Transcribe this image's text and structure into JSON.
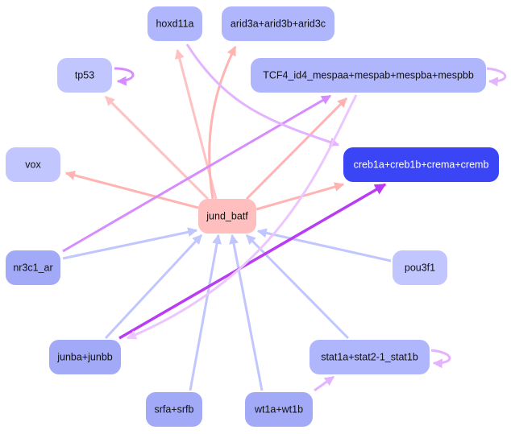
{
  "graph": {
    "title": "",
    "colors": {
      "node_light": "#c2c6ff",
      "node_mid": "#b0b6fb",
      "node_deep": "#a2a9f7",
      "node_highlight": "#3a45f5",
      "node_center": "#ffbfbf",
      "edge_in": "#c2c6ff",
      "edge_out": "#ffb3b3",
      "edge_violet": "#d68cff",
      "edge_lavender": "#e3b3ff",
      "edge_purple": "#b93cf5"
    },
    "nodes": [
      {
        "id": "hoxd11a",
        "label": "hoxd11a",
        "color": "#b0b6fb"
      },
      {
        "id": "arid3",
        "label": "arid3a+arid3b+arid3c",
        "color": "#b0b6fb"
      },
      {
        "id": "tp53",
        "label": "tp53",
        "color": "#c2c6ff"
      },
      {
        "id": "tcf4",
        "label": "TCF4_id4_mespaa+mespab+mespba+mespbb",
        "color": "#b0b6fb"
      },
      {
        "id": "vox",
        "label": "vox",
        "color": "#c2c6ff"
      },
      {
        "id": "creb",
        "label": "creb1a+creb1b+crema+cremb",
        "color": "#3a45f5",
        "text_color": "#ffffff"
      },
      {
        "id": "jund",
        "label": "jund_batf",
        "color": "#ffbfbf"
      },
      {
        "id": "nr3c1",
        "label": "nr3c1_ar",
        "color": "#a2a9f7"
      },
      {
        "id": "pou3f1",
        "label": "pou3f1",
        "color": "#c2c6ff"
      },
      {
        "id": "junba",
        "label": "junba+junbb",
        "color": "#a2a9f7"
      },
      {
        "id": "stat1",
        "label": "stat1a+stat2-1_stat1b",
        "color": "#b0b6fb"
      },
      {
        "id": "srfa",
        "label": "srfa+srfb",
        "color": "#a2a9f7"
      },
      {
        "id": "wt1",
        "label": "wt1a+wt1b",
        "color": "#a2a9f7"
      }
    ],
    "edges": [
      {
        "from": "jund",
        "to": "hoxd11a",
        "color": "#ffc2c2"
      },
      {
        "from": "jund",
        "to": "arid3",
        "color": "#ffb3b3"
      },
      {
        "from": "jund",
        "to": "tp53",
        "color": "#ffc2c2"
      },
      {
        "from": "jund",
        "to": "tcf4",
        "color": "#ffb3b3"
      },
      {
        "from": "jund",
        "to": "vox",
        "color": "#ffb3b3"
      },
      {
        "from": "jund",
        "to": "creb",
        "color": "#ffb3b3"
      },
      {
        "from": "nr3c1",
        "to": "jund",
        "color": "#c2c6ff"
      },
      {
        "from": "pou3f1",
        "to": "jund",
        "color": "#c2c6ff"
      },
      {
        "from": "junba",
        "to": "jund",
        "color": "#c2c6ff"
      },
      {
        "from": "srfa",
        "to": "jund",
        "color": "#c2c6ff"
      },
      {
        "from": "wt1",
        "to": "jund",
        "color": "#c2c6ff"
      },
      {
        "from": "stat1",
        "to": "jund",
        "color": "#c2c6ff"
      },
      {
        "from": "nr3c1",
        "to": "tcf4",
        "color": "#d68cff"
      },
      {
        "from": "junba",
        "to": "creb",
        "color": "#b93cf5"
      },
      {
        "from": "hoxd11a",
        "to": "creb",
        "color": "#e3b3ff"
      },
      {
        "from": "tcf4",
        "to": "junba",
        "color": "#ebc6ff"
      },
      {
        "from": "wt1",
        "to": "stat1",
        "color": "#e3b3ff"
      },
      {
        "from": "tp53",
        "to": "tp53",
        "color": "#d68cff"
      },
      {
        "from": "tcf4",
        "to": "tcf4",
        "color": "#e3b3ff"
      },
      {
        "from": "stat1",
        "to": "stat1",
        "color": "#e3b3ff"
      }
    ]
  }
}
